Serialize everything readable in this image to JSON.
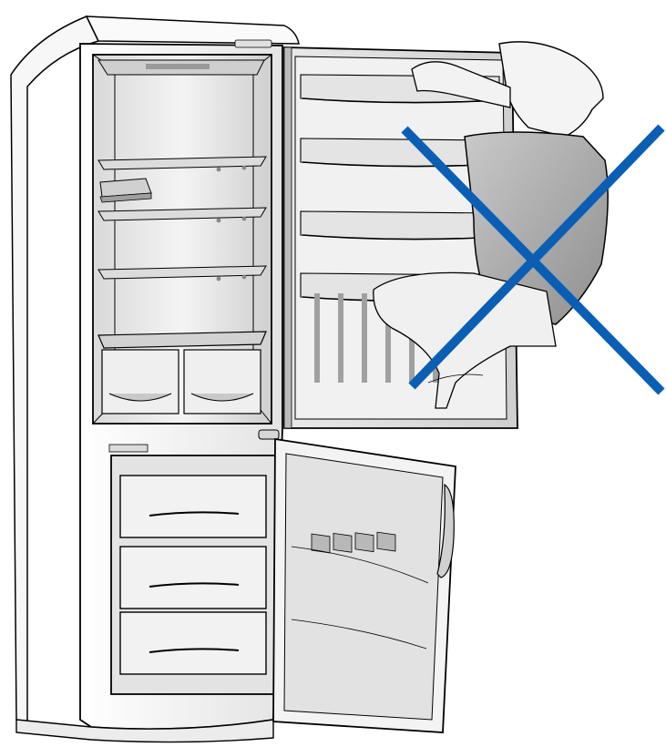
{
  "illustration": {
    "subject": "fridge-freezer",
    "warning_symbol": "prohibition-cross",
    "colors": {
      "line": "#000000",
      "cabinet": "#f2f2f2",
      "interior": "#e6e6e6",
      "shadow": "#bdbdbd",
      "person": "#a9a9a9",
      "cross": "#0a5fb4"
    },
    "counts": {
      "fridge_shelves": 3,
      "crisper_drawers": 2,
      "door_shelves": 4,
      "freezer_drawers": 3
    }
  }
}
